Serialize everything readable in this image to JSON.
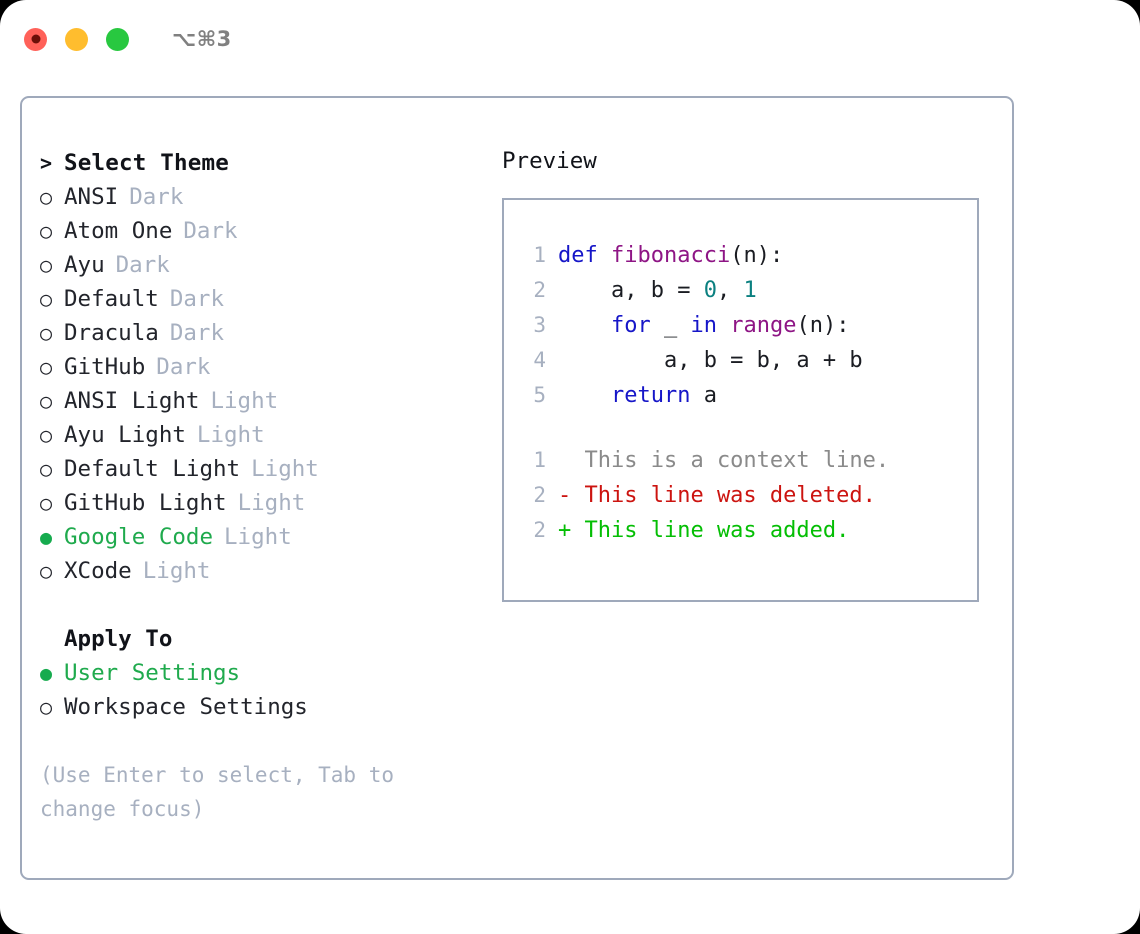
{
  "titlebar": {
    "shortcut": "⌥⌘3",
    "buttons": [
      {
        "name": "close",
        "color": "#ff6159"
      },
      {
        "name": "minimize",
        "color": "#ffbd2e"
      },
      {
        "name": "zoom",
        "color": "#28c840"
      }
    ]
  },
  "theme_picker": {
    "header_marker": ">",
    "header_label": "Select Theme",
    "marker_unselected": "○",
    "marker_selected": "●",
    "items": [
      {
        "label": "ANSI",
        "variant": "Dark",
        "selected": false
      },
      {
        "label": "Atom One",
        "variant": "Dark",
        "selected": false
      },
      {
        "label": "Ayu",
        "variant": "Dark",
        "selected": false
      },
      {
        "label": "Default",
        "variant": "Dark",
        "selected": false
      },
      {
        "label": "Dracula",
        "variant": "Dark",
        "selected": false
      },
      {
        "label": "GitHub",
        "variant": "Dark",
        "selected": false
      },
      {
        "label": "ANSI Light",
        "variant": "Light",
        "selected": false
      },
      {
        "label": "Ayu Light",
        "variant": "Light",
        "selected": false
      },
      {
        "label": "Default Light",
        "variant": "Light",
        "selected": false
      },
      {
        "label": "GitHub Light",
        "variant": "Light",
        "selected": false
      },
      {
        "label": "Google Code",
        "variant": "Light",
        "selected": true
      },
      {
        "label": "XCode",
        "variant": "Light",
        "selected": false
      }
    ]
  },
  "apply_to": {
    "title": "Apply To",
    "items": [
      {
        "label": "User Settings",
        "selected": true
      },
      {
        "label": "Workspace Settings",
        "selected": false
      }
    ]
  },
  "hint": "(Use Enter to select, Tab to change focus)",
  "preview": {
    "title": "Preview",
    "code_lines": [
      {
        "ln": "1",
        "tokens": [
          {
            "t": "def ",
            "c": "kw"
          },
          {
            "t": "fibonacci",
            "c": "fn"
          },
          {
            "t": "(n):",
            "c": "pl"
          }
        ]
      },
      {
        "ln": "2",
        "tokens": [
          {
            "t": "    a, b = ",
            "c": "pl"
          },
          {
            "t": "0",
            "c": "num"
          },
          {
            "t": ", ",
            "c": "pl"
          },
          {
            "t": "1",
            "c": "num"
          }
        ]
      },
      {
        "ln": "3",
        "tokens": [
          {
            "t": "    ",
            "c": "pl"
          },
          {
            "t": "for",
            "c": "kw"
          },
          {
            "t": " _ ",
            "c": "pl"
          },
          {
            "t": "in",
            "c": "kw"
          },
          {
            "t": " ",
            "c": "pl"
          },
          {
            "t": "range",
            "c": "fn"
          },
          {
            "t": "(n):",
            "c": "pl"
          }
        ]
      },
      {
        "ln": "4",
        "tokens": [
          {
            "t": "        a, b = b, a + b",
            "c": "pl"
          }
        ]
      },
      {
        "ln": "5",
        "tokens": [
          {
            "t": "    ",
            "c": "pl"
          },
          {
            "t": "return",
            "c": "kw"
          },
          {
            "t": " a",
            "c": "pl"
          }
        ]
      }
    ],
    "diff_lines": [
      {
        "ln": "1",
        "text": "  This is a context line.",
        "kind": "ctx"
      },
      {
        "ln": "2",
        "text": "- This line was deleted.",
        "kind": "del"
      },
      {
        "ln": "2",
        "text": "+ This line was added.",
        "kind": "add"
      }
    ]
  },
  "colors": {
    "border": "#9fa9bb",
    "muted": "#a7b0c0",
    "selected_green": "#1faa4d",
    "diff_add": "#04be04",
    "diff_del": "#cc1410",
    "keyword": "#1616c8",
    "function": "#8e1585",
    "number": "#0b8080",
    "context": "#8a8a8a"
  }
}
